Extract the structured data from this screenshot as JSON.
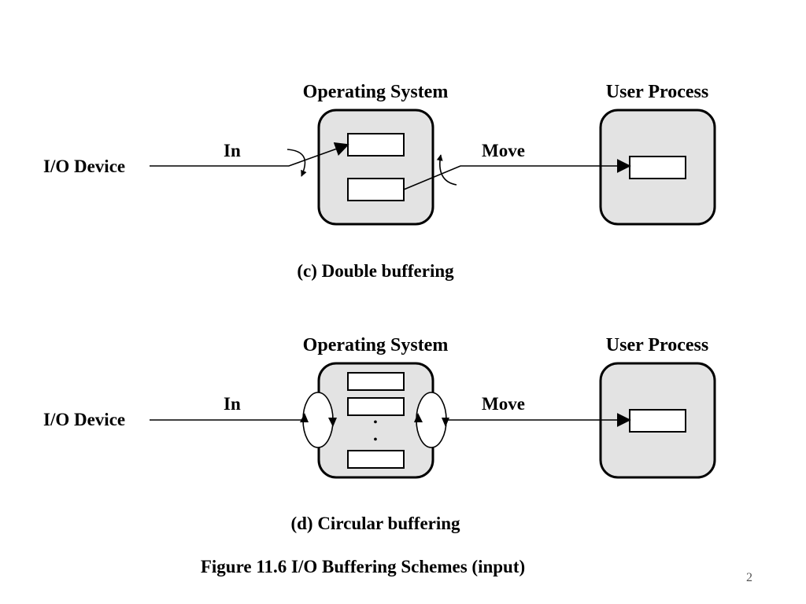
{
  "panel_c": {
    "os_label": "Operating System",
    "user_label": "User Process",
    "device_label": "I/O Device",
    "in_label": "In",
    "move_label": "Move",
    "caption": "(c) Double buffering"
  },
  "panel_d": {
    "os_label": "Operating System",
    "user_label": "User Process",
    "device_label": "I/O Device",
    "in_label": "In",
    "move_label": "Move",
    "ellipsis": "•",
    "caption": "(d) Circular buffering"
  },
  "figure_caption": "Figure 11.6 I/O Buffering Schemes (input)",
  "page_number": "2",
  "colors": {
    "box_fill": "#e3e3e3",
    "stroke": "#000000",
    "background": "#ffffff"
  }
}
